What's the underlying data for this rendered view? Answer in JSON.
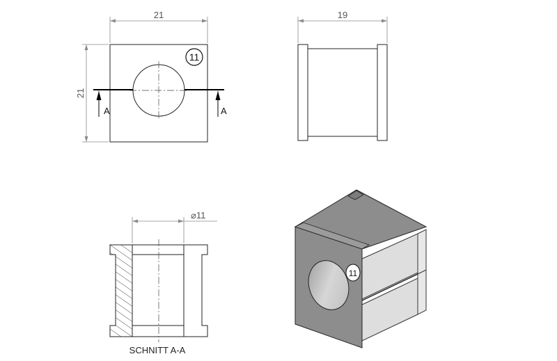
{
  "drawing": {
    "front_view": {
      "width_dim": "21",
      "height_dim": "21",
      "size_badge": "11",
      "section_label_left": "A",
      "section_label_right": "A"
    },
    "side_view": {
      "depth_dim": "19"
    },
    "section_view": {
      "bore_dim": "⌀11",
      "title": "SCHNITT A-A"
    },
    "iso_view": {
      "size_badge": "11"
    }
  },
  "colors": {
    "line": "#222222",
    "dimension": "#8a8a8a",
    "face_dark": "#8d8d8d",
    "face_mid": "#a8a8a8",
    "face_light": "#dedede"
  }
}
